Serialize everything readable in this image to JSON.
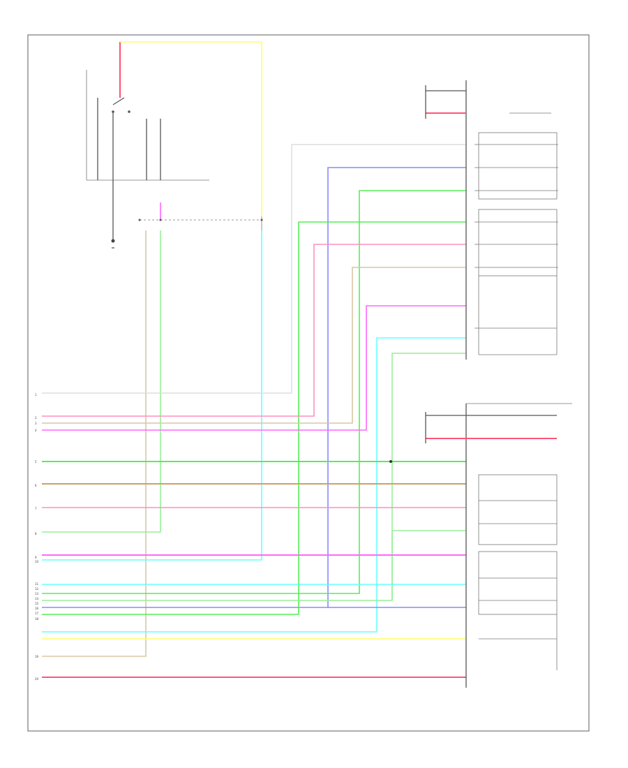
{
  "diagram": {
    "wire_colors": {
      "wht": "#e9e9e9",
      "pink": "#ff8fbf",
      "tan": "#d9c7a3",
      "violet": "#ff66ff",
      "lt_grn": "#55ee55",
      "brn": "#c9a36a",
      "red": "#ff5577",
      "grn": "#99ee99",
      "lt_blu": "#66ffff",
      "blu": "#8888ff",
      "yel": "#ffff66",
      "dk": "#555555"
    },
    "left_pins": [
      "1",
      "2",
      "3",
      "4",
      "5",
      "6",
      "7",
      "8",
      "9",
      "10",
      "11",
      "12",
      "13",
      "14",
      "15",
      "16",
      "17",
      "18",
      "19",
      "20"
    ],
    "footer": "",
    "modules": {
      "front": "",
      "rear": ""
    }
  }
}
